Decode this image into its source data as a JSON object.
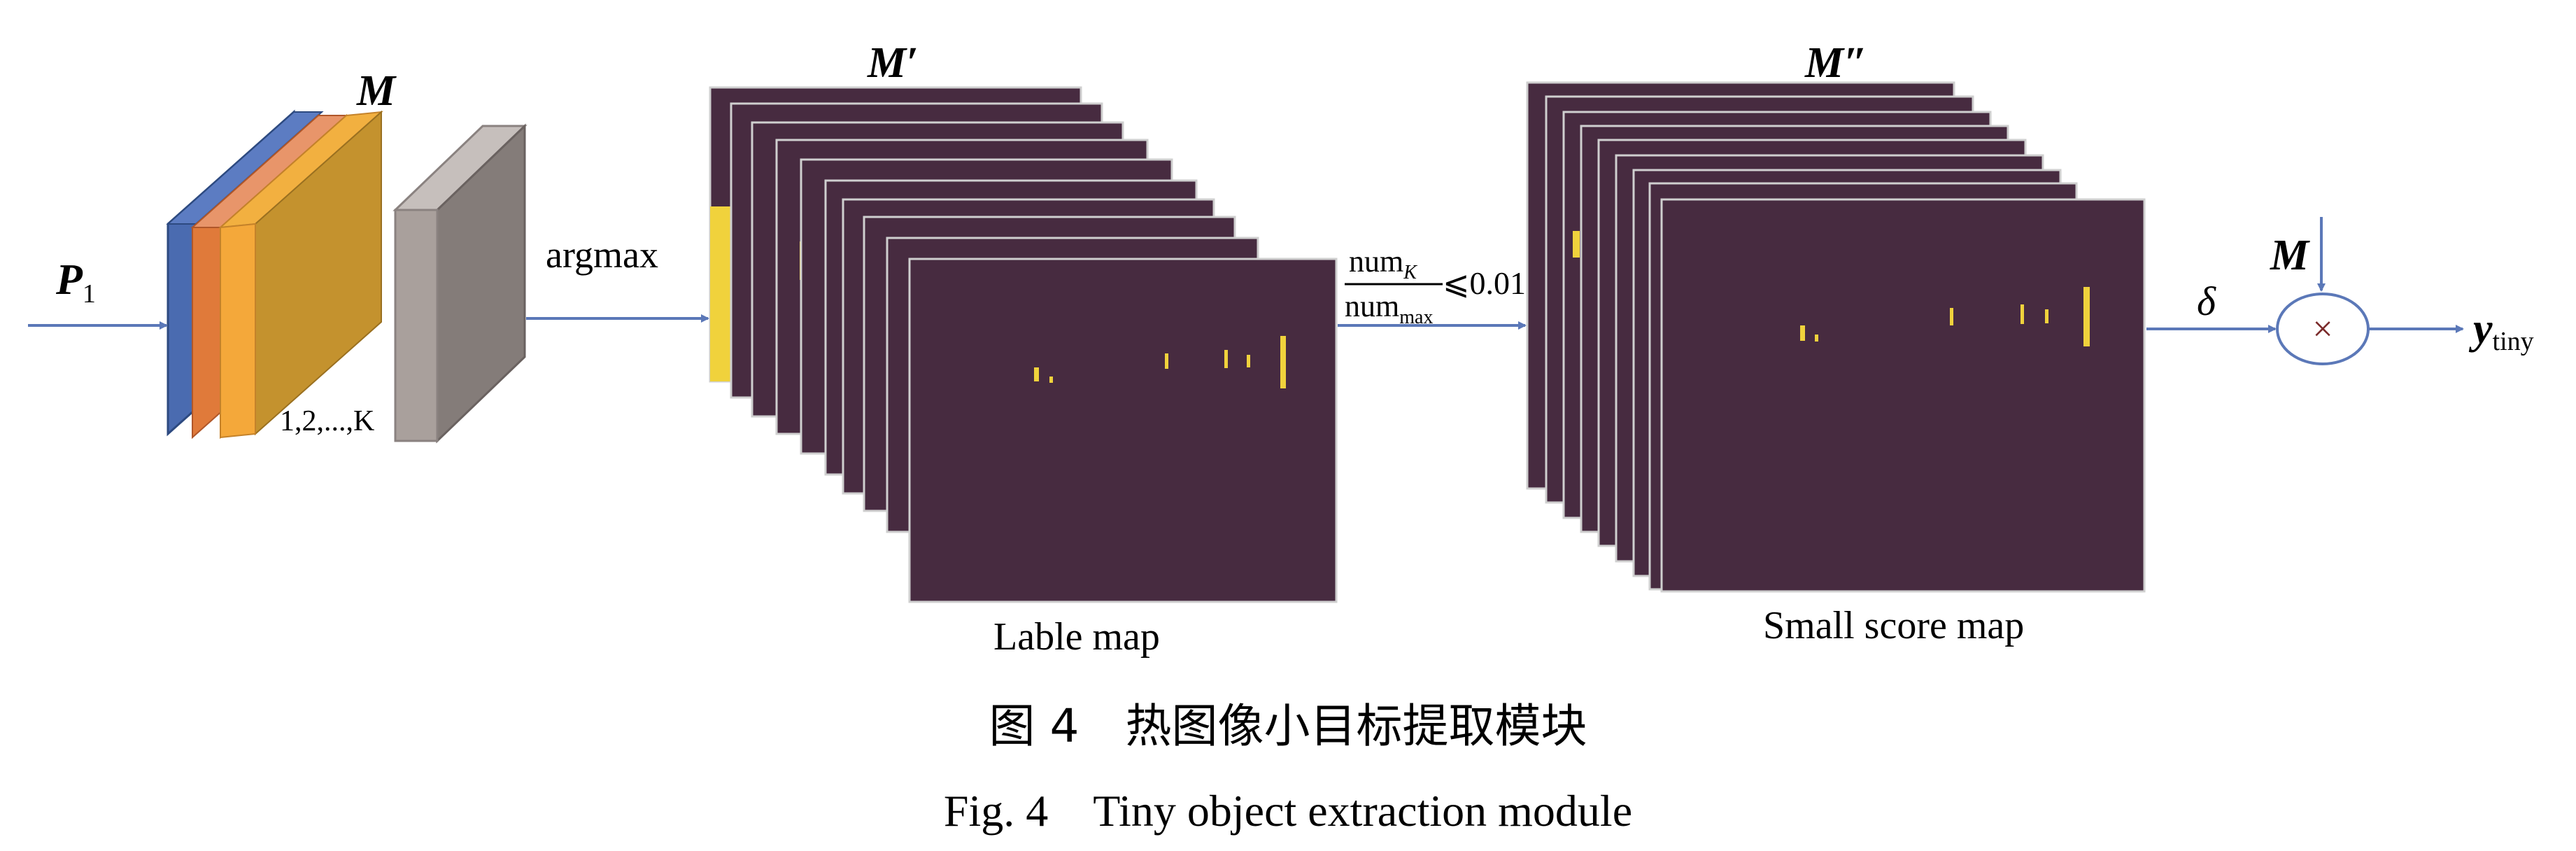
{
  "labels": {
    "M": "M",
    "M_prime": "M′",
    "M_double_prime": "M″",
    "P": "P",
    "P_sub": "1",
    "channels": "1,2,...,K",
    "argmax": "argmax",
    "num_top": "num",
    "num_top_sub": "K",
    "num_bottom": "num",
    "num_bottom_sub": "max",
    "threshold": "⩽0.01",
    "delta": "δ",
    "multiply": "×",
    "M_mult": "M",
    "y": "y",
    "y_sub": "tiny",
    "lable_map": "Lable map",
    "small_score_map": "Small score map"
  },
  "caption": {
    "cn": "图 4　热图像小目标提取模块",
    "en": "Fig. 4　Tiny object extraction module"
  },
  "colors": {
    "arrow": "#5b78b8",
    "map_bg": "#472b40",
    "map_highlight": "#f0d23c",
    "layer_blue": "#4a6bb0",
    "layer_red": "#e07a3a",
    "layer_orange": "#f4a83a",
    "layer_gold": "#c4922e",
    "grey_front": "#a9a09c",
    "grey_side": "#847c79",
    "grey_top": "#c6bfbc"
  }
}
